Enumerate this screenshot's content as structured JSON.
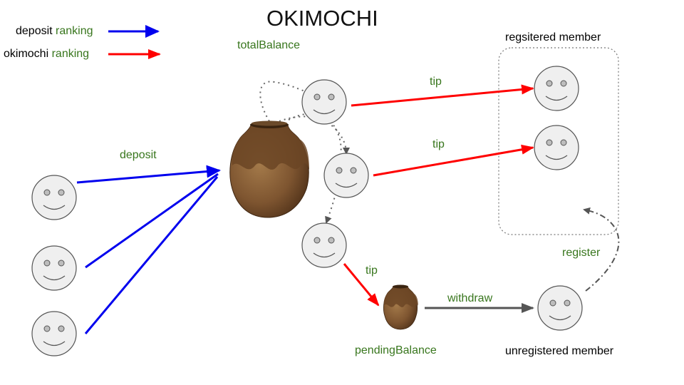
{
  "title": "OKIMOCHI",
  "legend": {
    "deposit": {
      "prefix": "deposit",
      "suffix": "ranking",
      "color": "#0000ee"
    },
    "okimochi": {
      "prefix": "okimochi",
      "suffix": "ranking",
      "color": "#ff0000"
    }
  },
  "labels": {
    "total_balance": "totalBalance",
    "deposit": "deposit",
    "tip_1": "tip",
    "tip_2": "tip",
    "tip_3": "tip",
    "withdraw": "withdraw",
    "register": "register",
    "pending_balance": "pendingBalance",
    "registered_member": "regsitered member",
    "unregistered_member": "unregistered member"
  },
  "colors": {
    "label_green": "#38761d",
    "face_fill": "#efefef",
    "face_stroke": "#555555",
    "pot_body": "#8a6236",
    "pot_dark": "#5a3a1e",
    "withdraw_arrow": "#555555",
    "dotted": "#666666"
  }
}
